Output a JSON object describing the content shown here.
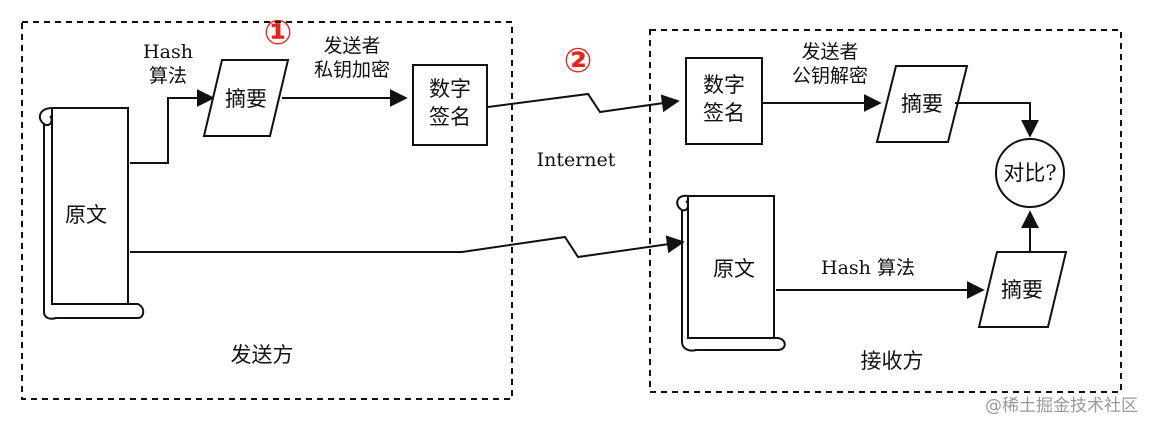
{
  "markers": {
    "step1": "①",
    "step2": "②"
  },
  "sender": {
    "region_label": "发送方",
    "original": "原文",
    "hash_label_line1": "Hash",
    "hash_label_line2": "算法",
    "digest": "摘要",
    "encrypt_label_line1": "发送者",
    "encrypt_label_line2": "私钥加密",
    "signature_line1": "数字",
    "signature_line2": "签名"
  },
  "network": {
    "label": "Internet"
  },
  "receiver": {
    "region_label": "接收方",
    "signature_line1": "数字",
    "signature_line2": "签名",
    "decrypt_label_line1": "发送者",
    "decrypt_label_line2": "公钥解密",
    "digest_top": "摘要",
    "compare": "对比?",
    "original": "原文",
    "hash_label": "Hash 算法",
    "digest_bottom": "摘要"
  },
  "watermark": "@稀土掘金技术社区"
}
